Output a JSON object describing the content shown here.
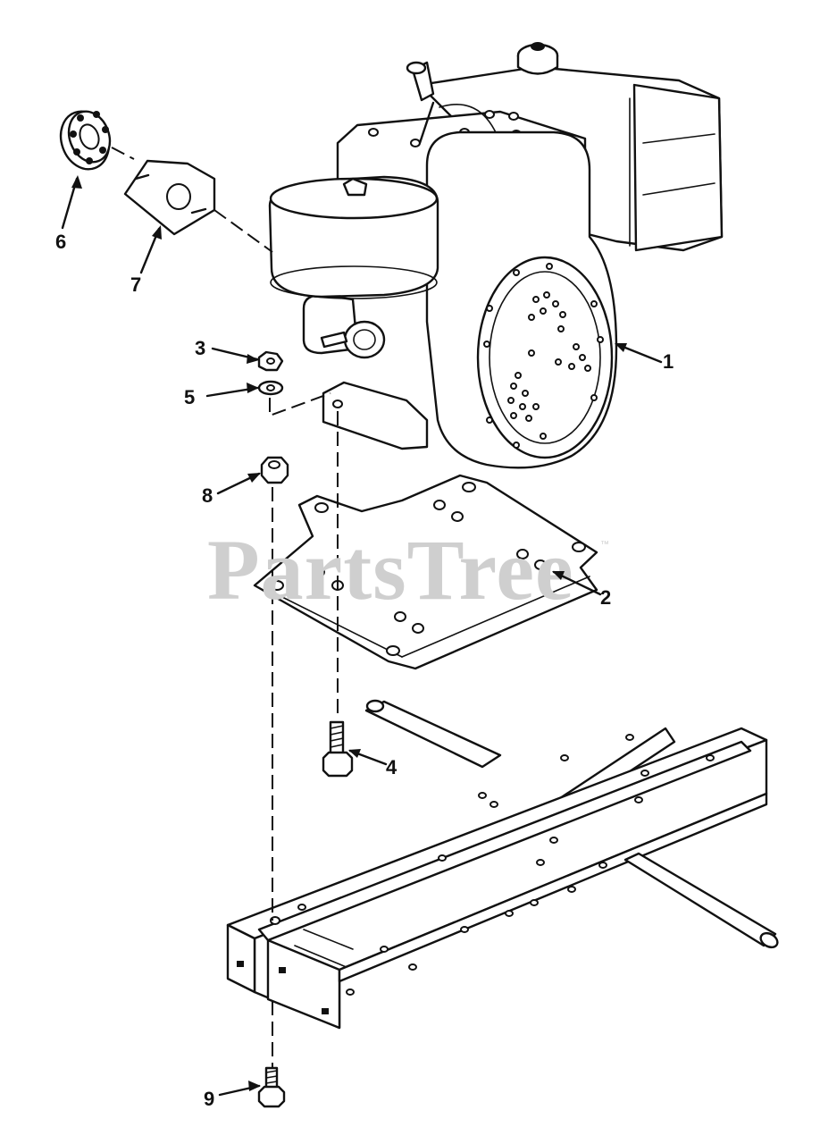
{
  "watermark": {
    "text": "PartsTree",
    "trademark": "™"
  },
  "callouts": [
    {
      "id": "1",
      "label": "1"
    },
    {
      "id": "2",
      "label": "2"
    },
    {
      "id": "3",
      "label": "3"
    },
    {
      "id": "4",
      "label": "4"
    },
    {
      "id": "5",
      "label": "5"
    },
    {
      "id": "6",
      "label": "6"
    },
    {
      "id": "7",
      "label": "7"
    },
    {
      "id": "8",
      "label": "8"
    },
    {
      "id": "9",
      "label": "9"
    }
  ],
  "colors": {
    "ink": "#111111",
    "watermark": "#cfcfcf",
    "background": "#ffffff"
  }
}
